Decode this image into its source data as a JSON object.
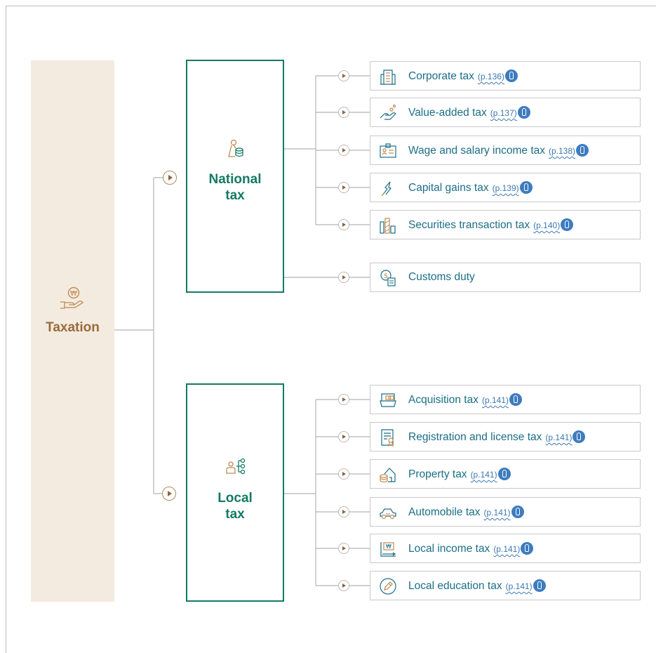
{
  "root": {
    "label": "Taxation",
    "icon": "hand-coin-won-icon"
  },
  "categories": [
    {
      "label": "National tax",
      "icon": "person-coins-icon"
    },
    {
      "label": "Local tax",
      "icon": "org-network-icon"
    }
  ],
  "national_items": [
    {
      "label": "Corporate tax",
      "ref": "(p.136)",
      "icon": "building-icon"
    },
    {
      "label": "Value-added tax",
      "ref": "(p.137)",
      "icon": "hand-coins-icon"
    },
    {
      "label": "Wage and salary income tax",
      "ref": "(p.138)",
      "icon": "id-card-icon"
    },
    {
      "label": "Capital gains tax",
      "ref": "(p.139)",
      "icon": "rising-arrow-icon"
    },
    {
      "label": "Securities transaction tax",
      "ref": "(p.140)",
      "icon": "bar-chart-icon"
    },
    {
      "label": "Customs duty",
      "ref": "",
      "icon": "dollar-document-icon"
    }
  ],
  "local_items": [
    {
      "label": "Acquisition tax",
      "ref": "(p.141)",
      "icon": "cash-register-icon"
    },
    {
      "label": "Registration and license tax",
      "ref": "(p.141)",
      "icon": "certificate-icon"
    },
    {
      "label": "Property tax",
      "ref": "(p.141)",
      "icon": "house-coins-icon"
    },
    {
      "label": "Automobile tax",
      "ref": "(p.141)",
      "icon": "car-icon"
    },
    {
      "label": "Local income tax",
      "ref": "(p.141)",
      "icon": "won-chart-icon"
    },
    {
      "label": "Local education tax",
      "ref": "(p.141)",
      "icon": "pencil-circle-icon"
    }
  ]
}
